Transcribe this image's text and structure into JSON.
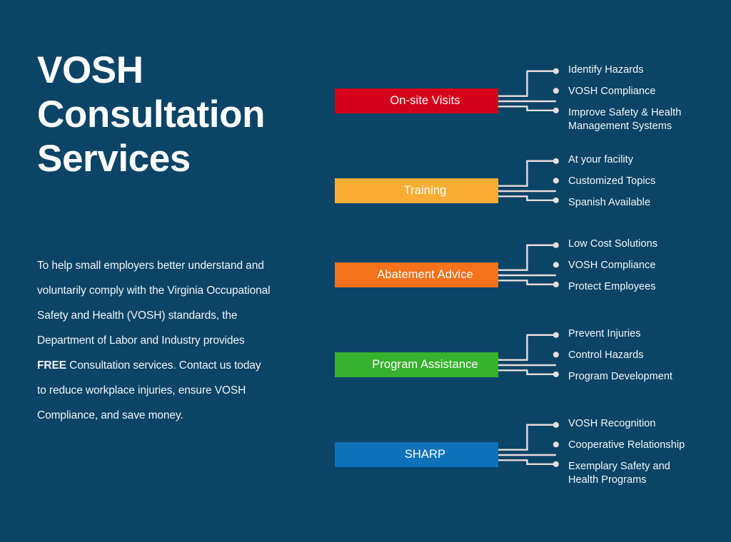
{
  "theme": {
    "background": "#0b4466",
    "text_light": "#f4f7f9",
    "connector": "#e9dedb"
  },
  "headline": "VOSH\nConsultation\nServices",
  "body": {
    "before_free": "To help small employers better understand and voluntarily comply with the Virginia Occupational Safety and Health (VOSH) standards, the Department of Labor and Industry provides ",
    "free": "FREE",
    "after_free": " Consultation services. Contact us today to reduce workplace injuries, ensure VOSH Compliance, and save money."
  },
  "groups": [
    {
      "label": "On-site Visits",
      "color": "#d50019",
      "items": [
        "Identify Hazards",
        "VOSH Compliance",
        "Improve Safety & Health\nManagement Systems"
      ]
    },
    {
      "label": "Training",
      "color": "#f9ae33",
      "items": [
        "At your facility",
        "Customized Topics",
        "Spanish Available"
      ]
    },
    {
      "label": "Abatement Advice",
      "color": "#f4721b",
      "items": [
        "Low Cost Solutions",
        "VOSH Compliance",
        "Protect Employees"
      ]
    },
    {
      "label": "Program Assistance",
      "color": "#37b22e",
      "items": [
        "Prevent Injuries",
        "Control Hazards",
        "Program Development"
      ]
    },
    {
      "label": "SHARP",
      "color": "#0d72b9",
      "items": [
        "VOSH Recognition",
        "Cooperative Relationship",
        "Exemplary Safety and\nHealth Programs"
      ]
    }
  ]
}
